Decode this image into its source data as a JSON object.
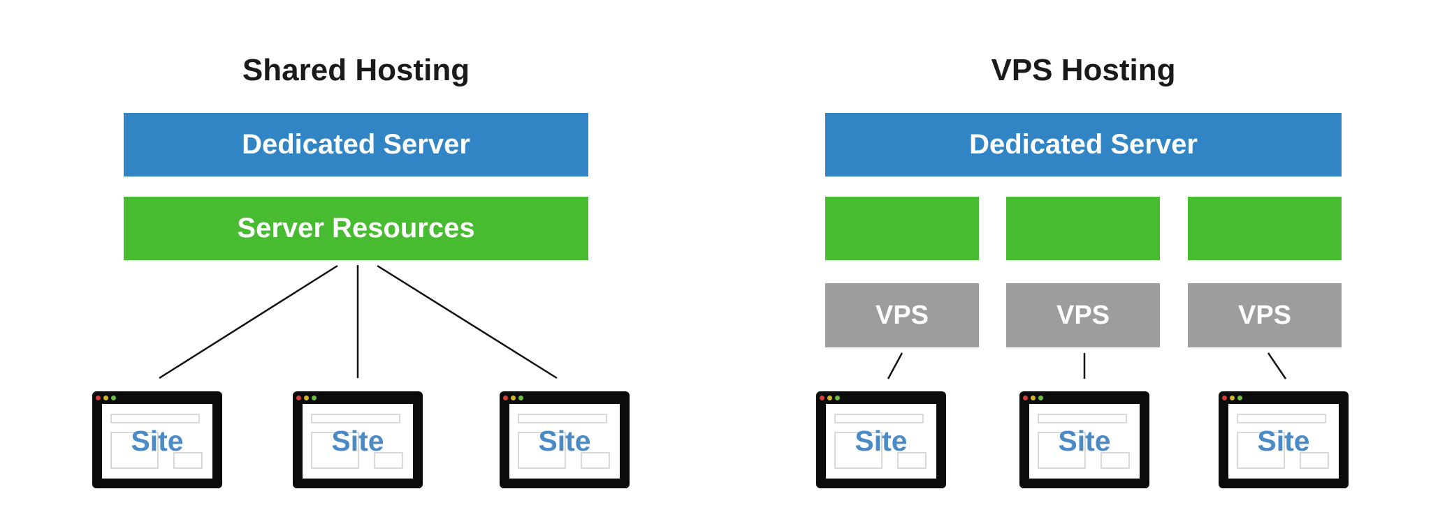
{
  "left": {
    "title": "Shared Hosting",
    "dedicated_server_label": "Dedicated Server",
    "server_resources_label": "Server Resources",
    "sites": [
      {
        "label": "Site"
      },
      {
        "label": "Site"
      },
      {
        "label": "Site"
      }
    ]
  },
  "right": {
    "title": "VPS Hosting",
    "dedicated_server_label": "Dedicated Server",
    "vps_boxes": [
      {
        "label": "VPS"
      },
      {
        "label": "VPS"
      },
      {
        "label": "VPS"
      }
    ],
    "sites": [
      {
        "label": "Site"
      },
      {
        "label": "Site"
      },
      {
        "label": "Site"
      }
    ]
  },
  "colors": {
    "bar_blue": "#3285c4",
    "bar_green": "#47bc30",
    "vps_gray": "#9d9d9d",
    "window_black": "#0b0b0b",
    "page_white": "#ffffff",
    "wireframe_gray": "#d9d9d9",
    "site_blue": "#4a8ac6",
    "dot_red": "#d04038",
    "dot_yellow": "#d2b42a",
    "dot_green": "#6fbe44",
    "connector_black": "#111111",
    "title_black": "#1a1a1a",
    "label_white": "#ffffff"
  }
}
